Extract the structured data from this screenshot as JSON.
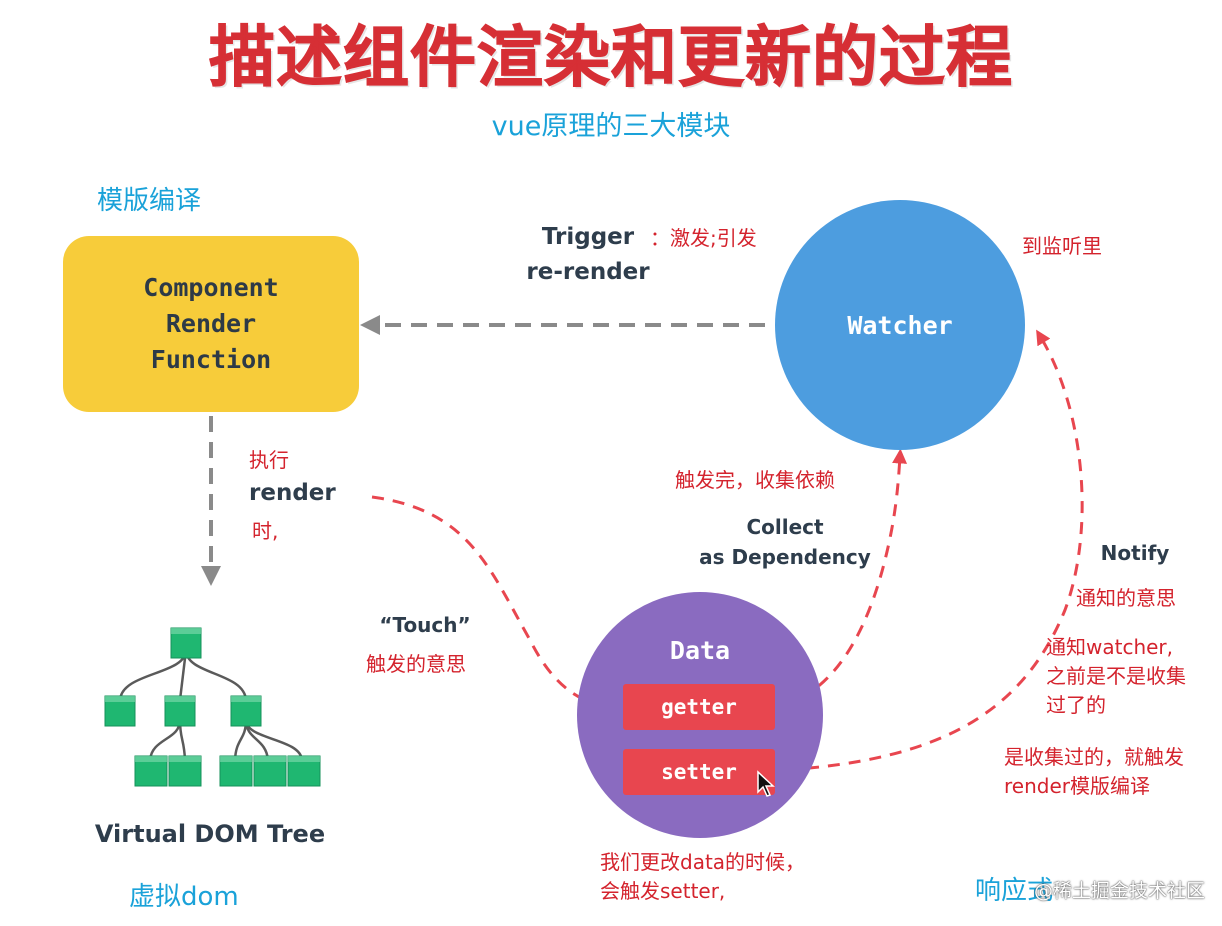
{
  "title": "描述组件渲染和更新的过程",
  "subtitle": "vue原理的三大模块",
  "modules": {
    "template_compile": "模版编译",
    "virtual_dom": "虚拟dom",
    "reactive": "响应式"
  },
  "render_function": {
    "line1": "Component",
    "line2": "Render",
    "line3": "Function"
  },
  "watcher_label": "Watcher",
  "data_node": {
    "title": "Data",
    "getter": "getter",
    "setter": "setter"
  },
  "dom_tree_label": "Virtual DOM Tree",
  "edge_labels": {
    "trigger_1": "Trigger",
    "trigger_2": "re-render",
    "render": "render",
    "touch": "“Touch”",
    "collect_1": "Collect",
    "collect_2": "as Dependency",
    "notify": "Notify"
  },
  "annotations": {
    "trigger_meaning": "：激发;引发",
    "to_listener": "到监听里",
    "exec": "执行",
    "when": "时,",
    "touch_meaning": "触发的意思",
    "collect_done": "触发完，收集依赖",
    "notify_meaning": "通知的意思",
    "notify_watcher_1": "通知watcher,",
    "notify_watcher_2": "之前是不是收集",
    "notify_watcher_3": "过了的",
    "if_collected_1": "是收集过的，就触发",
    "if_collected_2": "render模版编译",
    "change_data_1": "我们更改data的时候，",
    "change_data_2": "会触发setter,"
  },
  "watermark": "@稀土掘金技术社区",
  "colors": {
    "title_red": "#d62f35",
    "note_blue": "#1aa2d9",
    "annotation_red": "#d4232d",
    "render_box": "#f7cc3a",
    "watcher": "#4d9ddf",
    "data": "#8a6bc0",
    "pill": "#e8464f",
    "dom_node": "#1fb771"
  }
}
